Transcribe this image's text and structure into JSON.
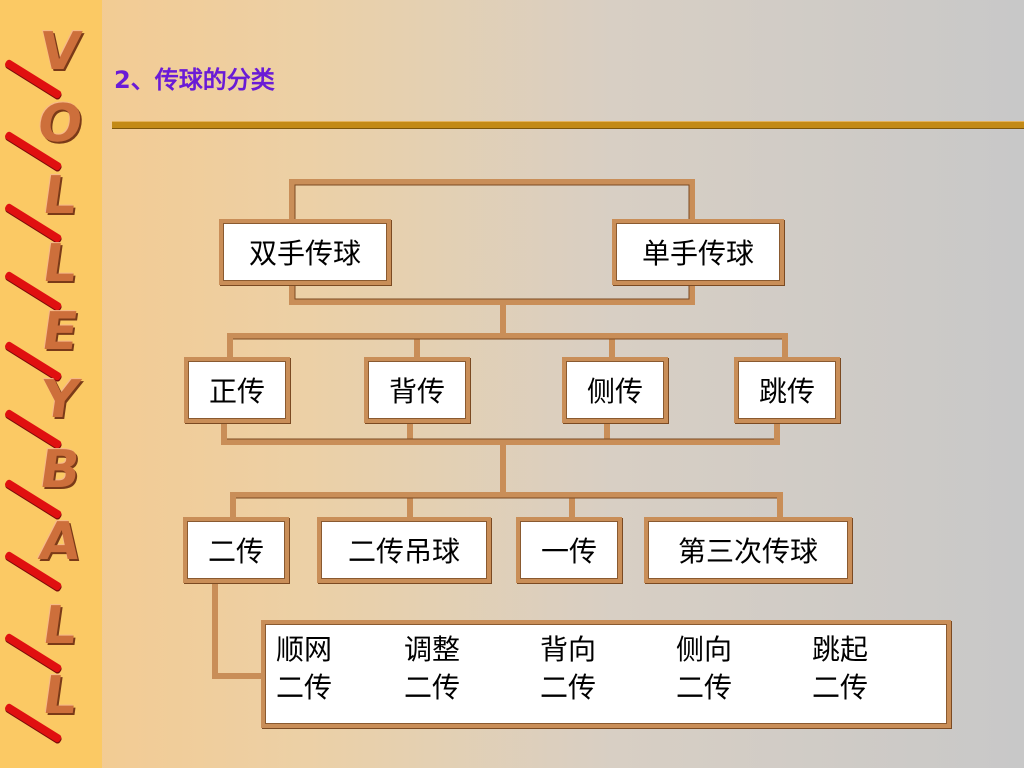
{
  "sidebar": {
    "letters": [
      "V",
      "O",
      "L",
      "L",
      "E",
      "Y",
      "B",
      "A",
      "L",
      "L"
    ]
  },
  "title": "2、传球的分类",
  "level1": [
    "双手传球",
    "单手传球"
  ],
  "level2": [
    "正传",
    "背传",
    "侧传",
    "跳传"
  ],
  "level3": [
    "二传",
    "二传吊球",
    "一传",
    "第三次传球"
  ],
  "subtypes": [
    [
      "顺网",
      "二传"
    ],
    [
      "调整",
      "二传"
    ],
    [
      "背向",
      "二传"
    ],
    [
      "侧向",
      "二传"
    ],
    [
      "跳起",
      "二传"
    ]
  ],
  "colors": {
    "sidebar": "#fbc964",
    "letter": "#cd6f3b",
    "stroke": "#e01010",
    "title": "#6a1bd6",
    "rule": "#c38a16",
    "connector": "#c98e58"
  }
}
